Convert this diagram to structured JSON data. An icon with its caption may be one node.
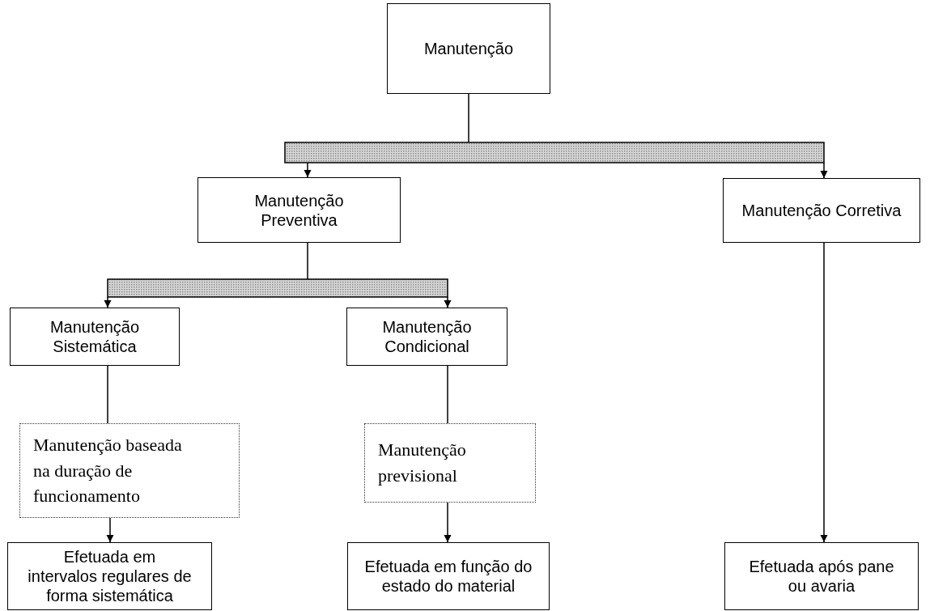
{
  "diagram": {
    "nodes": [
      {
        "text": [
          "Manutenção"
        ]
      },
      {
        "text": [],
        "shape": "bar"
      },
      {
        "text": [
          "Manutenção Preventiva"
        ]
      },
      {
        "text": [
          "Manutenção Corretiva"
        ]
      },
      {
        "text": [],
        "shape": "bar"
      },
      {
        "text": [
          "Manutenção Sistemática"
        ]
      },
      {
        "text": [
          "Manutenção Condicional"
        ]
      },
      {
        "text": [
          "Manutenção baseada na duração de funcionamento"
        ]
      },
      {
        "text": [
          "Manutenção previsional"
        ]
      },
      {
        "text": [
          "Efetuada em intervalos regulares de forma sistemática"
        ]
      },
      {
        "text": [
          "Efetuada em função do estado do material"
        ]
      },
      {
        "text": [
          "Efetuada após pane ou avaria"
        ]
      }
    ],
    "edges": [
      {
        "from": 0,
        "to": 1,
        "arrow": "none"
      },
      {
        "from": 1,
        "to": 2,
        "arrow": "to"
      },
      {
        "from": 1,
        "to": 3,
        "arrow": "to"
      },
      {
        "from": 2,
        "to": 4,
        "arrow": "none"
      },
      {
        "from": 4,
        "to": 5,
        "arrow": "to"
      },
      {
        "from": 4,
        "to": 6,
        "arrow": "to"
      },
      {
        "from": 5,
        "to": 7,
        "arrow": "none"
      },
      {
        "from": 6,
        "to": 8,
        "arrow": "none"
      },
      {
        "from": 7,
        "to": 9,
        "arrow": "to"
      },
      {
        "from": 8,
        "to": 10,
        "arrow": "to"
      },
      {
        "from": 3,
        "to": 11,
        "arrow": "to"
      }
    ]
  }
}
